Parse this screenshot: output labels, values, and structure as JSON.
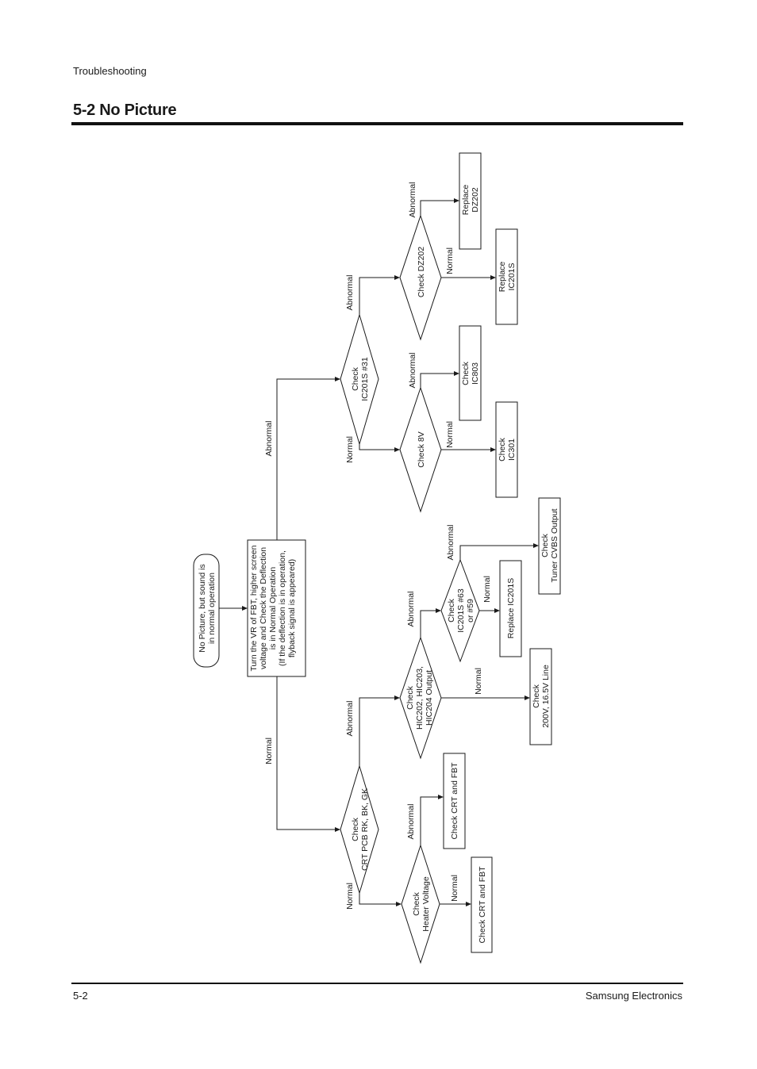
{
  "header": {
    "section": "Troubleshooting",
    "title": "5-2  No Picture"
  },
  "footer": {
    "page": "5-2",
    "company": "Samsung Electronics"
  },
  "flowchart": {
    "start": [
      "No Picture, but sound is",
      "in normal operation"
    ],
    "step1": [
      "Turn the VR of FBT, higher screen",
      "voltage and Check the Deflection",
      "is in Normal Operation",
      "(If the deflection is in operation,",
      "flyback signal is appeared)"
    ],
    "d_crt_pcb": [
      "Check",
      "CRT PCB RK, BK, GK"
    ],
    "d_heater": [
      "Check",
      "Heater Voltage"
    ],
    "b_crt_fbt_1": [
      "Check CRT and FBT"
    ],
    "b_crt_fbt_2": [
      "Check CRT and FBT"
    ],
    "d_hic": [
      "Check",
      "HIC202, HIC203,",
      "HIC204 Output"
    ],
    "b_200v": [
      "Check",
      "200V, 16.5V Line"
    ],
    "d_ic201s_63": [
      "Check",
      "IC201S #63",
      "or #59"
    ],
    "b_replace_ic201s_a": [
      "Replace IC201S"
    ],
    "b_tuner": [
      "Check",
      "Tuner CVBS Output"
    ],
    "d_ic201s_31": [
      "Check",
      "IC201S #31"
    ],
    "d_8v": [
      "Check 8V"
    ],
    "b_ic301": [
      "Check",
      "IC301"
    ],
    "b_ic803": [
      "Check",
      "IC803"
    ],
    "d_dz202": [
      "Check  DZ202"
    ],
    "b_replace_ic201s_b": [
      "Replace",
      "IC201S"
    ],
    "b_replace_dz202": [
      "Replace",
      "DZ202"
    ],
    "labels": {
      "normal": "Normal",
      "abnormal": "Abnormal"
    }
  }
}
